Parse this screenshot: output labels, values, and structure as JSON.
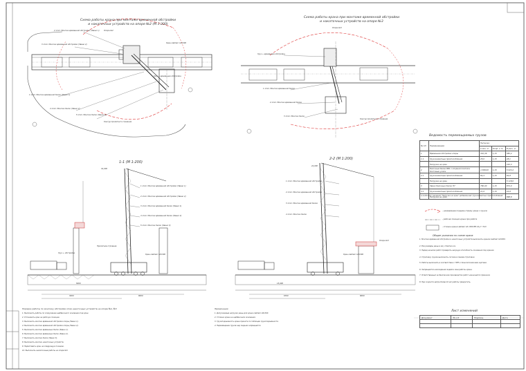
{
  "left_plan": {
    "title_line1": "Схема работы крана при монтаже временной обстройки",
    "title_line2": "и накаточных устройств на опоре №2 (М 1:200)",
    "support_label": "Опора №2",
    "callouts": [
      "2 этап. Монтаж временной обстройки (Звено 1)",
      "3 этап. Монтаж временной обстройки (Звено 2)",
      "Груз + временная обстройка",
      "1 этап. Монтаж временной балки (Звено 1)",
      "4 этап. Монтаж балок (Звено 2)",
      "5 этап. Монтаж балок (Звено 3)",
      "Контур пролетного строения",
      "Кран Liebherr LR1300"
    ]
  },
  "right_plan": {
    "title_line1": "Схема работы крана при монтаже временной обстройки",
    "title_line2": "и накаточных устройств на опоре №3",
    "support_label": "Опора №3",
    "callouts": [
      "Груз + временная обстройка",
      "1 этап. Монтаж временной балки",
      "2 этап. Монтаж временной балки",
      "3 этап. Монтаж балок",
      "Контур пролетного строения"
    ]
  },
  "section_1": {
    "title": "1-1 (М 1:200)",
    "callouts": [
      "1 этап. Монтаж временной обстройки (Звено 1)",
      "2 этап. Монтаж временной обстройки (Звено 2)",
      "3 этап. Монтаж временной балки (Звено 1)",
      "4 этап. Монтаж временной балки (Звено 2)",
      "5 этап. Монтаж балок (Звено 3)",
      "Пролетное строение",
      "Кран Liebherr LR1300",
      "Груз + обстройка"
    ]
  },
  "section_2": {
    "title": "2-2 (М 1:200)",
    "callouts": [
      "1 этап. Монтаж временной обстройки",
      "2 этап. Монтаж временной обстройки",
      "3 этап. Монтаж временной балки",
      "4 этап. Монтаж балок",
      "Кран Liebherr LR1300",
      "Опора №3"
    ]
  },
  "legend": {
    "items": [
      "- направление подъема стрелы крана с грузом",
      "- рабочая позиция крана при работе",
      "- стоянка крана Liebherr LR 1300 ВВ 24,2 т 5х3"
    ]
  },
  "cargo_table": {
    "title": "Ведомость перемещаемых грузов",
    "header_no": "№ п/п",
    "header_name": "Наименование",
    "header_load": "Нагрузка",
    "subheaders": [
      "в мон. кг",
      "Коэф. к-та",
      "В расч. кг"
    ],
    "rows": [
      {
        "no": "1",
        "name": "Временная обстройка опоры",
        "a": "332,36",
        "b": "1,15",
        "c": "382,2"
      },
      {
        "no": "1.1",
        "name": "Грузозахватные приспособления",
        "a": "25,0",
        "b": "1,15",
        "c": "28,1"
      },
      {
        "no": "",
        "name": "Нагрузка на кран",
        "a": "",
        "b": "",
        "c": "410,3"
      },
      {
        "no": "2",
        "name": "Балочные балки БВ1 с опорной плитой и болтовым узлом",
        "a": "4 368,00",
        "b": "1,15",
        "c": "5 023,2"
      },
      {
        "no": "2.1",
        "name": "Грузозахватные приспособления",
        "a": "82,4",
        "b": "1,15",
        "c": "94,8"
      },
      {
        "no": "",
        "name": "Нагрузка на кран",
        "a": "",
        "b": "",
        "c": "5 118,0"
      },
      {
        "no": "3",
        "name": "Звено балочных балок Н7",
        "a": "760,00",
        "b": "1,15",
        "c": "874,0"
      },
      {
        "no": "3.1",
        "name": "Грузозахватные приспособления",
        "a": "21,6",
        "b": "1,15",
        "c": "24,8"
      },
      {
        "no": "",
        "name": "Нагрузка на кран",
        "a": "",
        "b": "",
        "c": "898,8"
      }
    ],
    "footnote": "* в скобочках значения \"Нагрузка на кран\" добавлен вес грузозахватных приспособлений"
  },
  "general_notes": {
    "title": "Общие указания по схеме крана",
    "lines": [
      "1. Монтаж временной обстройки и накаточных устройств выполнять краном Liebherr LR1300.",
      "2. Все размеры даны в мм, отметки в м.",
      "3. Перед началом работ проверить несущую способность основания под краном.",
      "4. Строповку грузов выполнять согласно схемам строповки.",
      "5. Работы выполнять в соответствии с ППР и технологическими картами.",
      "6. Запрещается нахождение людей в зоне работы крана.",
      "7. Ответственный за безопасное производство работ назначается приказом.",
      "8. При скорости ветра более 10 м/с работы прекратить."
    ]
  },
  "bottom_left_notes": {
    "title": "Порядок работы по монтажу обстройки опор накаточных устройств на опоре №2, №3",
    "lines": [
      "1. Выполнить работы по сооружению щебёночного основания под кран.",
      "2. Установить кран на рабочую позицию.",
      "3. Выполнить монтаж временной обстройки опоры (Звено 1).",
      "4. Выполнить монтаж временной обстройки опоры (Звено 2).",
      "5. Выполнить монтаж временных балок (Звено 1).",
      "6. Выполнить монтаж временных балок (Звено 2).",
      "7. Выполнить монтаж балок (Звено 3).",
      "8. Выполнить монтаж накаточных устройств.",
      "9. Переставить кран на следующую позицию.",
      "10. Выполнить аналогичные работы на опоре №3."
    ]
  },
  "bottom_mid_notes": {
    "title": "Примечания",
    "lines": [
      "1. Допускаемые нагрузки даны для крана Liebherr LR1300.",
      "2. Стоянка крана на щебёночном основании.",
      "3. Грузоподъемность крана принята по таблицам грузоподъемности.",
      "4. Перемещение грузов над людьми запрещается."
    ]
  },
  "revision_table": {
    "title": "Лист изменений",
    "headers": [
      "Документ",
      "№ и б",
      "Подпись",
      "Дата"
    ]
  },
  "dimensions": [
    "3000",
    "8000",
    "6700",
    "8000",
    "32,000",
    "24,000",
    "5000",
    "15,000"
  ]
}
